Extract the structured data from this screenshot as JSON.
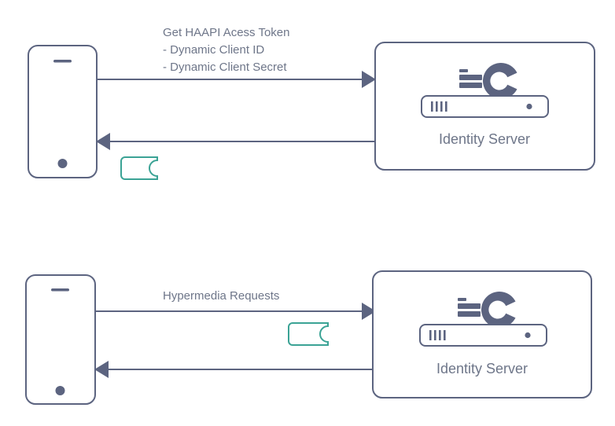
{
  "diagram": {
    "title": "HAAPI Flow Diagram",
    "background_color": "#ffffff",
    "stroke_color": "#5c6480",
    "text_color": "#6e7689",
    "accent_color": "#3ba395",
    "flows": [
      {
        "id": "flow-token",
        "label_lines": [
          "Get HAAPI Acess Token",
          "- Dynamic Client ID",
          "- Dynamic Client Secret"
        ],
        "client_name": "mobile-phone",
        "server_name": "Identity Server",
        "request_direction": "right",
        "response_direction": "left",
        "token_badge": "haapi-access-token"
      },
      {
        "id": "flow-hypermedia",
        "label_lines": [
          "Hypermedia Requests"
        ],
        "client_name": "mobile-phone",
        "server_name": "Identity Server",
        "request_direction": "right",
        "response_direction": "left",
        "token_badge": "haapi-access-token"
      }
    ],
    "labels": {
      "flow1_line1": "Get HAAPI Acess Token",
      "flow1_line2": "- Dynamic Client ID",
      "flow1_line3": "- Dynamic Client Secret",
      "flow2_line1": "Hypermedia Requests",
      "server1_label": "Identity Server",
      "server2_label": "Identity Server"
    }
  }
}
